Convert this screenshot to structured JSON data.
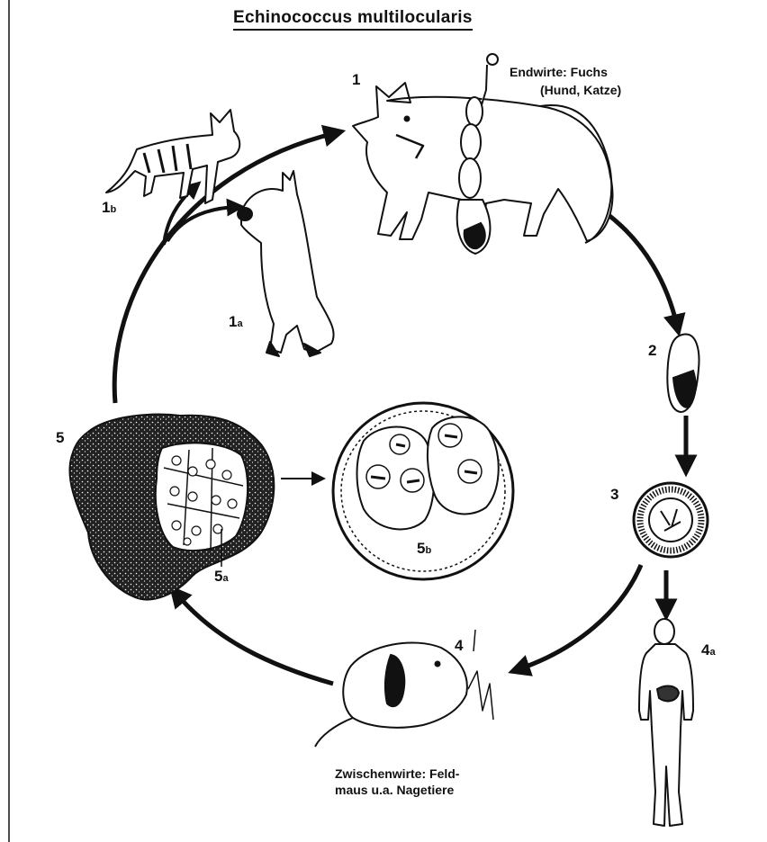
{
  "title": "Echinococcus multilocularis",
  "labels": {
    "stage_1": "1",
    "stage_1a_num": "1",
    "stage_1a_sub": "a",
    "stage_1b_num": "1",
    "stage_1b_sub": "b",
    "stage_2": "2",
    "stage_3": "3",
    "stage_4": "4",
    "stage_4a_num": "4",
    "stage_4a_sub": "a",
    "stage_5": "5",
    "stage_5a_num": "5",
    "stage_5a_sub": "a",
    "stage_5b_num": "5",
    "stage_5b_sub": "b"
  },
  "hosts": {
    "definitive_line1": "Endwirte: Fuchs",
    "definitive_line2": "(Hund, Katze)",
    "intermediate_line1": "Zwischenwirte: Feld-",
    "intermediate_line2": "maus u.a. Nagetiere"
  },
  "colors": {
    "ink": "#111111",
    "background": "#ffffff"
  }
}
